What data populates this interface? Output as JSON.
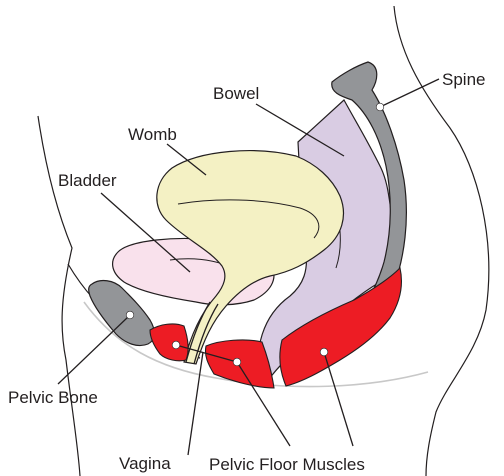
{
  "labels": {
    "spine": "Spine",
    "bowel": "Bowel",
    "womb": "Womb",
    "bladder": "Bladder",
    "pelvic_bone": "Pelvic Bone",
    "vagina": "Vagina",
    "pelvic_floor_muscles": "Pelvic Floor Muscles"
  },
  "colors": {
    "bone": "#939598",
    "bowel": "#d9cce3",
    "womb": "#f4f1c4",
    "bladder": "#f9e1ec",
    "muscle": "#ed1c24",
    "outline": "#231f20"
  }
}
